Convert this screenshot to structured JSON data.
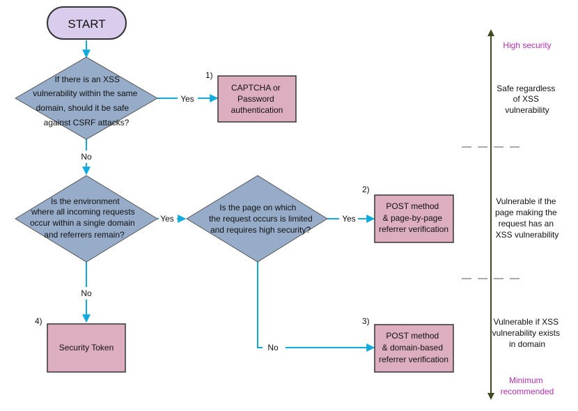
{
  "start": {
    "label": "START"
  },
  "decisions": {
    "d1": {
      "lines": [
        "If there is an XSS",
        "vulnerability within the same",
        "domain, should it be safe",
        "against CSRF attacks?"
      ]
    },
    "d2": {
      "lines": [
        "Is the environment",
        "where all incoming requests",
        "occur within a single domain",
        "and referrers remain?"
      ]
    },
    "d3": {
      "lines": [
        "Is the page on which",
        "the request occurs is limited",
        "and requires high security?"
      ]
    }
  },
  "outcomes": {
    "o1": {
      "number": "1)",
      "lines": [
        "CAPTCHA or",
        "Password",
        "authentication"
      ]
    },
    "o2": {
      "number": "2)",
      "lines": [
        "POST method",
        "& page-by-page",
        "referrer verification"
      ]
    },
    "o3": {
      "number": "3)",
      "lines": [
        "POST method",
        "& domain-based",
        "referrer verification"
      ]
    },
    "o4": {
      "number": "4)",
      "lines": [
        "Security Token"
      ]
    }
  },
  "edges": {
    "yes_label": "Yes",
    "no_label": "No"
  },
  "scale": {
    "top_label": "High security",
    "bottom_label_lines": [
      "Minimum",
      "recommended"
    ],
    "zones": [
      {
        "lines": [
          "Safe regardless",
          "of XSS",
          "vulnerability"
        ]
      },
      {
        "lines": [
          "Vulnerable if the",
          "page making the",
          "request has an",
          "XSS vulnerability"
        ]
      },
      {
        "lines": [
          "Vulnerable if XSS",
          "vulnerability exists",
          "in domain"
        ]
      }
    ]
  },
  "colors": {
    "start_fill": "#d9ccec",
    "start_stroke": "#333333",
    "decision_fill": "#96acc8",
    "outcome_fill": "#ddaebf",
    "arrow_blue": "#11aadd",
    "scale_arrow": "#3d4a22",
    "scale_label": "#b030b0",
    "divider": "#555555"
  }
}
